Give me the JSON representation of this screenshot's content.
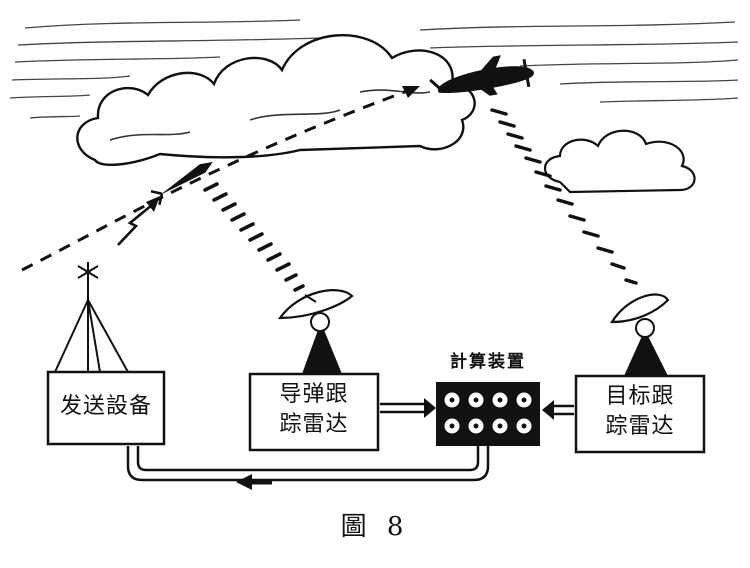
{
  "boxes": {
    "transmitter": "发送設备",
    "missile_radar_line1": "导弹跟",
    "missile_radar_line2": "踪雷达",
    "target_radar_line1": "目标跟",
    "target_radar_line2": "踪雷达"
  },
  "computer": {
    "label": "計算装置",
    "dial_count": 8
  },
  "caption": "圖 8",
  "colors": {
    "ink": "#111111",
    "paper": "#ffffff",
    "hatch": "#555555"
  }
}
